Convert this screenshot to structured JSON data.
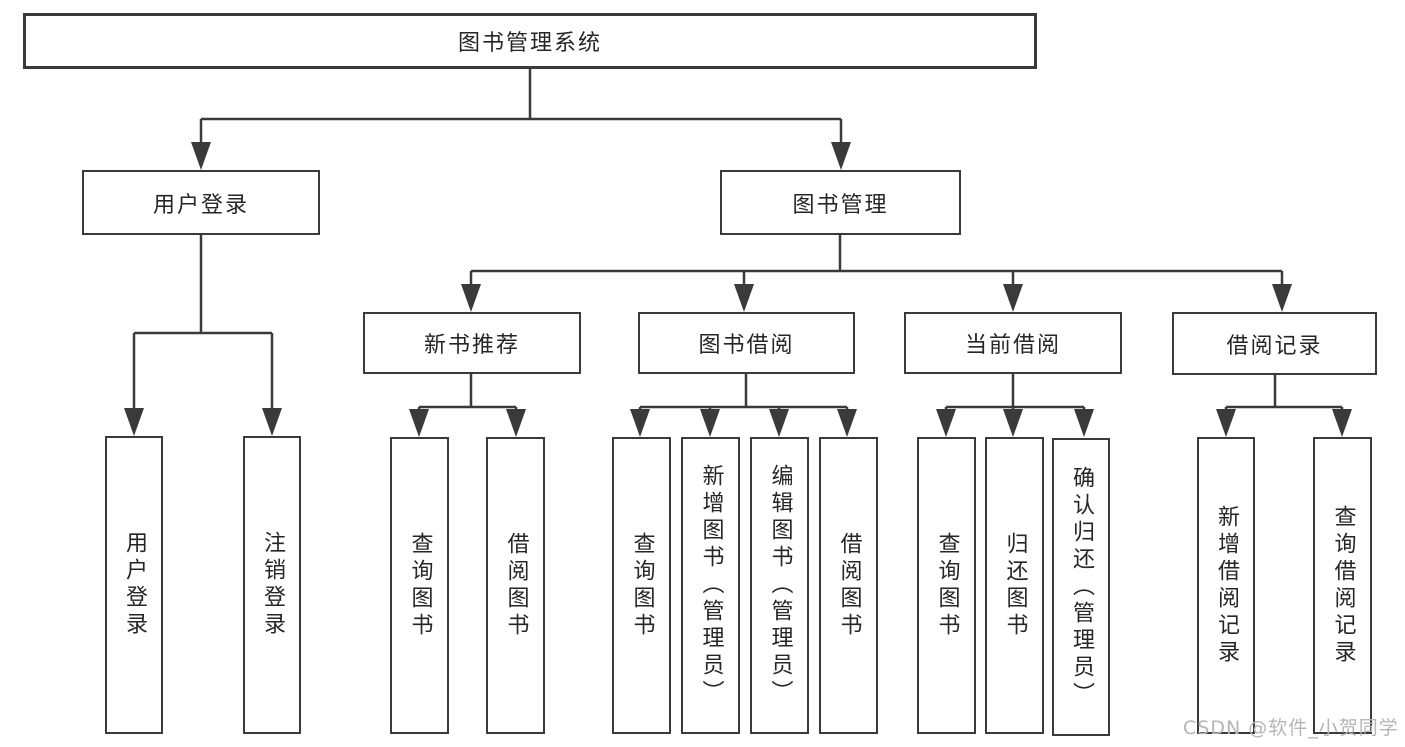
{
  "diagram_title": "图书管理系统",
  "watermark": "CSDN @软件_小贺同学",
  "colors": {
    "line": "#3a3a3a",
    "box_border": "#3a3a3a",
    "box_fill": "#ffffff",
    "text": "#262626",
    "watermark": "#b5b5b5",
    "background": "#ffffff"
  },
  "nodes": {
    "root": {
      "label": "图书管理系统"
    },
    "user_login": {
      "label": "用户登录"
    },
    "book_management": {
      "label": "图书管理"
    },
    "new_book_recommend": {
      "label": "新书推荐"
    },
    "book_borrowing": {
      "label": "图书借阅"
    },
    "current_borrowing": {
      "label": "当前借阅"
    },
    "borrowing_records": {
      "label": "借阅记录"
    },
    "user_login_leaf": {
      "label": "用户登录"
    },
    "logout": {
      "label": "注销登录"
    },
    "query_books_recommend": {
      "label": "查询图书"
    },
    "borrow_books_recommend": {
      "label": "借阅图书"
    },
    "query_books_borrowing": {
      "label": "查询图书"
    },
    "add_book_admin": {
      "label": "新增图书（管理员）"
    },
    "edit_book_admin": {
      "label": "编辑图书（管理员）"
    },
    "borrow_books_borrowing": {
      "label": "借阅图书"
    },
    "query_books_current": {
      "label": "查询图书"
    },
    "return_books": {
      "label": "归还图书"
    },
    "confirm_return_admin": {
      "label": "确认归还（管理员）"
    },
    "add_borrow_record": {
      "label": "新增借阅记录"
    },
    "query_borrow_record": {
      "label": "查询借阅记录"
    }
  }
}
